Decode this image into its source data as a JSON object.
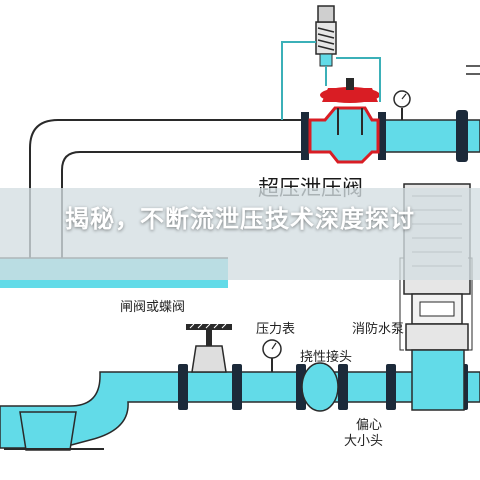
{
  "banner": {
    "title": "揭秘，不断流泄压技术深度探讨"
  },
  "labels": {
    "relief_valve": "超压泄压阀",
    "gate_valve": "闸阀或蝶阀",
    "pressure_gauge": "压力表",
    "flexible_joint": "挠性接头",
    "fire_pump": "消防水泵",
    "eccentric_reducer_line1": "偏心",
    "eccentric_reducer_line2": "大小头"
  },
  "colors": {
    "water": "#62dbe8",
    "pipe_outline": "#2a2a2a",
    "flange": "#1c2a3a",
    "valve_red": "#d91d24",
    "control_line": "#3bb0b8",
    "banner_text": "#ffffff"
  }
}
